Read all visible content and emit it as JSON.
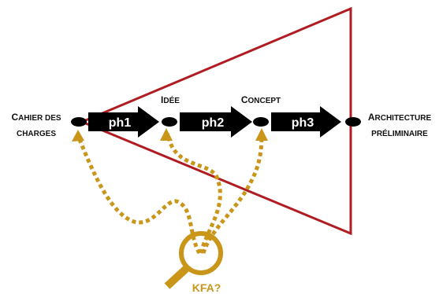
{
  "labels": {
    "start_line1_cap": "C",
    "start_line1_rest": "AHIER DES",
    "start_line2": "CHARGES",
    "idea_cap": "I",
    "idea_rest": "DÉE",
    "concept_cap": "C",
    "concept_rest": "ONCEPT",
    "end_line1_cap": "A",
    "end_line1_rest": "RCHITECTURE",
    "end_line2": "PRÉLIMINAIRE"
  },
  "phases": [
    {
      "label": "ph1"
    },
    {
      "label": "ph2"
    },
    {
      "label": "ph3"
    }
  ],
  "kfa": {
    "label": "KFA?"
  },
  "colors": {
    "triangle": "#b01c22",
    "gold": "#c9961a",
    "arrow": "#000000",
    "node": "#000000"
  },
  "icons": {
    "kfa": "magnifying-glass-icon"
  }
}
